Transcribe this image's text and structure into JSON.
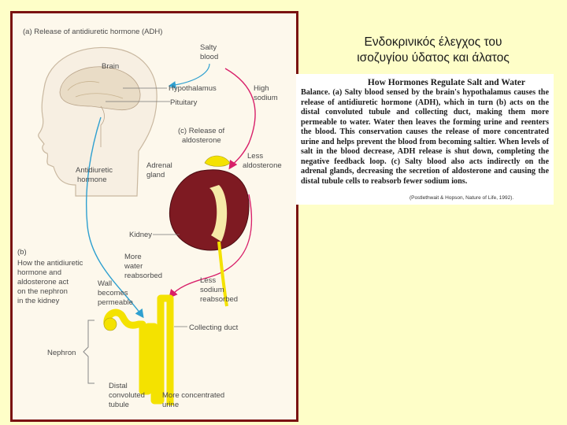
{
  "slide": {
    "title_line1": "Ενδοκρινικός έλεγχος του",
    "title_line2": "ισοζυγίου ύδατος και άλατος",
    "caption_heading": "How Hormones Regulate Salt and Water",
    "caption_body": "Balance. (a) Salty blood sensed by the brain's hypothalamus causes the release of antidiuretic hormone (ADH), which in turn (b) acts on the distal convoluted tubule and collecting duct, making them more permeable to water. Water then leaves the forming urine and reenters the blood. This conservation causes the release of more concentrated urine and helps prevent the blood from becoming saltier. When levels of salt in the blood decrease, ADH release is shut down, completing the negative feedback loop. (c) Salty blood also acts indirectly on the adrenal glands, decreasing the secretion of aldosterone and causing the distal tubule cells to reabsorb fewer sodium ions.",
    "source": "(Postlethwait & Hopson, Nature of Life, 1992)."
  },
  "figure": {
    "label_a": "(a) Release of antidiuretic hormone (ADH)",
    "salty_1": "Salty",
    "salty_2": "blood",
    "brain": "Brain",
    "hypothalamus": "Hypothalamus",
    "pituitary": "Pituitary",
    "high_1": "High",
    "high_2": "sodium",
    "release_c_1": "(c) Release of",
    "release_c_2": "aldosterone",
    "less_ald_1": "Less",
    "less_ald_2": "aldosterone",
    "adrenal_1": "Adrenal",
    "adrenal_2": "gland",
    "adh_1": "Antidiuretic",
    "adh_2": "hormone",
    "kidney": "Kidney",
    "b_1": "(b)",
    "b_2": "How the antidiuretic",
    "b_3": "hormone and",
    "b_4": "aldosterone act",
    "b_5": "on the nephron",
    "b_6": "in the kidney",
    "more_water_1": "More",
    "more_water_2": "water",
    "more_water_3": "reabsorbed",
    "wall_1": "Wall",
    "wall_2": "becomes",
    "wall_3": "permeable",
    "less_sodium_1": "Less",
    "less_sodium_2": "sodium",
    "less_sodium_3": "reabsorbed",
    "collecting_duct": "Collecting duct",
    "nephron": "Nephron",
    "distal_1": "Distal",
    "distal_2": "convoluted",
    "distal_3": "tubule",
    "more_conc_1": "More concentrated",
    "more_conc_2": "urine"
  },
  "colors": {
    "frame": "#7a1212",
    "background": "#fefec8",
    "adh_arrow": "#2fa0d0",
    "aldosterone_arrow": "#d8206a",
    "kidney": "#7e1a22",
    "nephron": "#f4e200"
  }
}
